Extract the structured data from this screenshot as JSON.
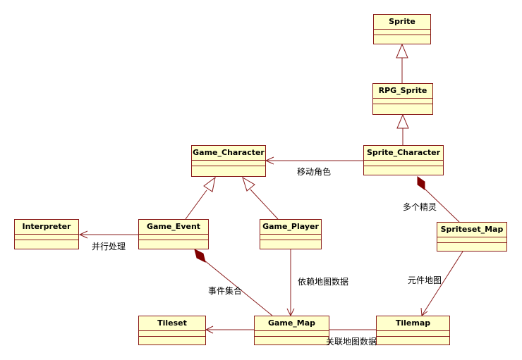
{
  "classes": {
    "sprite": "Sprite",
    "rpg_sprite": "RPG_Sprite",
    "sprite_character": "Sprite_Character",
    "game_character": "Game_Character",
    "interpreter": "Interpreter",
    "game_event": "Game_Event",
    "game_player": "Game_Player",
    "spriteset_map": "Spriteset_Map",
    "tileset": "Tileset",
    "game_map": "Game_Map",
    "tilemap": "Tilemap"
  },
  "labels": {
    "move_character": "移动角色",
    "multi_sprites": "多个精灵",
    "parallel_processing": "并行处理",
    "depends_map_data": "依赖地图数据",
    "event_collection": "事件集合",
    "tile_map": "元件地图",
    "associate_map_data": "关联地图数据"
  },
  "colors": {
    "class_fill": "#ffffcc",
    "line": "#8a1c1c",
    "composition_diamond": "#800000"
  }
}
